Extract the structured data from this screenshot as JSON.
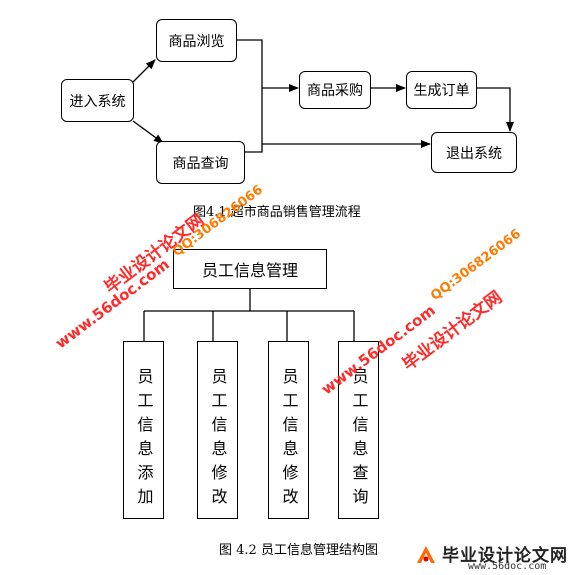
{
  "flowchart": {
    "nodes": {
      "enter": "进入系统",
      "browse": "商品浏览",
      "query": "商品查询",
      "purchase": "商品采购",
      "order": "生成订单",
      "exit": "退出系统"
    },
    "caption": "图4.1 超市商品销售管理流程"
  },
  "structure": {
    "root": "员工信息管理",
    "children": [
      "员工信息添加",
      "员工信息修改",
      "员工信息修改",
      "员工信息查询"
    ],
    "caption": "图 4.2 员工信息管理结构图"
  },
  "watermarks": {
    "site_cn": "毕业设计论文网",
    "site_url": "www.56doc.com",
    "qq": "QQ:306826066"
  },
  "logo": {
    "title": "毕业设计论文网",
    "url": "www.56doc.com"
  },
  "colors": {
    "watermark_red": "#ff2a2a",
    "watermark_orange": "#ff7a00"
  }
}
